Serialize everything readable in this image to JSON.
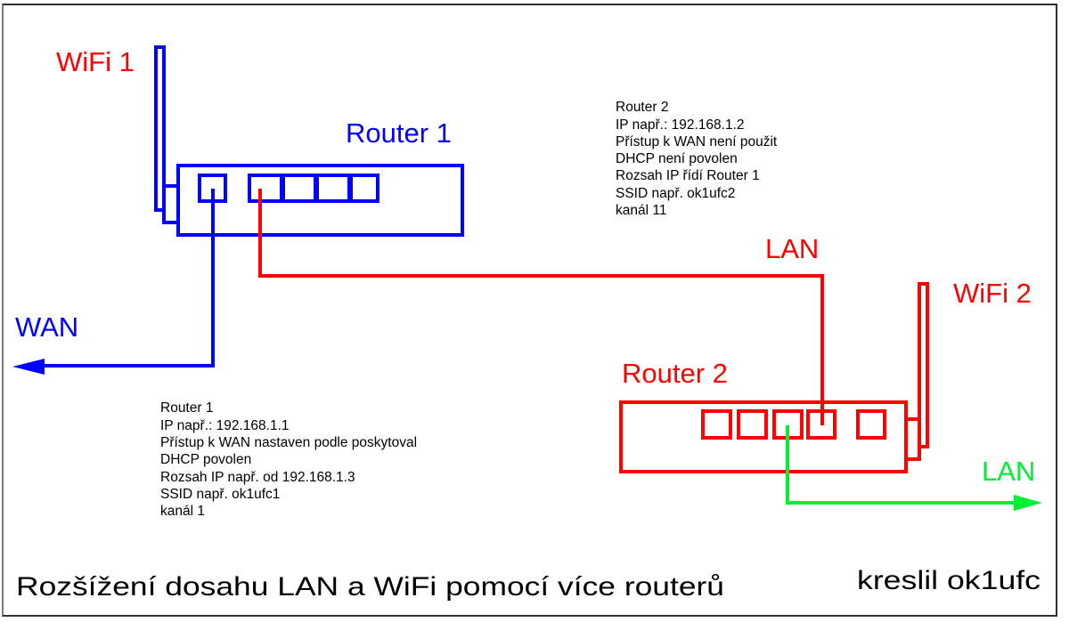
{
  "diagram": {
    "title": "Rozšížení dosahu LAN a WiFi pomocí více routerů",
    "author": "kreslil ok1ufc",
    "colors": {
      "router1": "#0000ff",
      "router2": "#ff0000",
      "lan_out": "#00ee33",
      "text": "#000000"
    },
    "labels": {
      "wifi1": "WiFi 1",
      "router1": "Router 1",
      "wan": "WAN",
      "lan_link": "LAN",
      "wifi2": "WiFi 2",
      "router2": "Router 2",
      "lan_out": "LAN"
    },
    "router1_notes": [
      "Router 1",
      "IP např.: 192.168.1.1",
      "Přístup k WAN nastaven podle poskytoval",
      "DHCP povolen",
      "Rozsah IP např. od 192.168.1.3",
      "SSID např. ok1ufc1",
      "kanál 1"
    ],
    "router2_notes": [
      "Router 2",
      "IP např.: 192.168.1.2",
      "Přístup k WAN není použit",
      "DHCP není povolen",
      "Rozsah IP řídí Router 1",
      "SSID např. ok1ufc2",
      "kanál 11"
    ],
    "nodes": [
      {
        "id": "router1",
        "label": "Router 1",
        "ports": 5,
        "antenna": "WiFi 1"
      },
      {
        "id": "router2",
        "label": "Router 2",
        "ports": 5,
        "antenna": "WiFi 2"
      },
      {
        "id": "wan",
        "label": "WAN"
      },
      {
        "id": "lan_out",
        "label": "LAN"
      }
    ],
    "edges": [
      {
        "from": "router1",
        "to": "wan",
        "label": "WAN",
        "color": "#0000ff"
      },
      {
        "from": "router1",
        "to": "router2",
        "label": "LAN",
        "color": "#ff0000"
      },
      {
        "from": "router2",
        "to": "lan_out",
        "label": "LAN",
        "color": "#00ee33"
      }
    ]
  }
}
